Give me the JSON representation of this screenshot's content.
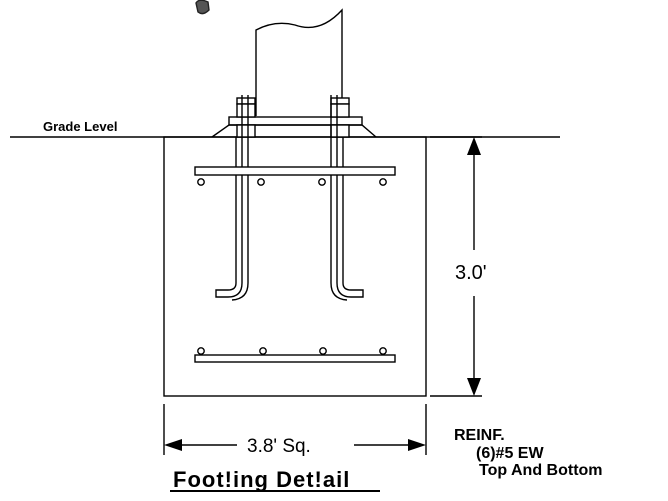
{
  "labels": {
    "grade_level": "Grade Level",
    "depth": "3.0'",
    "width": "3.8' Sq.",
    "reinf_title": "REINF.",
    "reinf_bars": "(6)#5 EW",
    "reinf_location": "Top And Bottom",
    "title": "Foot!ing Det!ail"
  },
  "colors": {
    "line": "#000000",
    "background": "#ffffff"
  }
}
